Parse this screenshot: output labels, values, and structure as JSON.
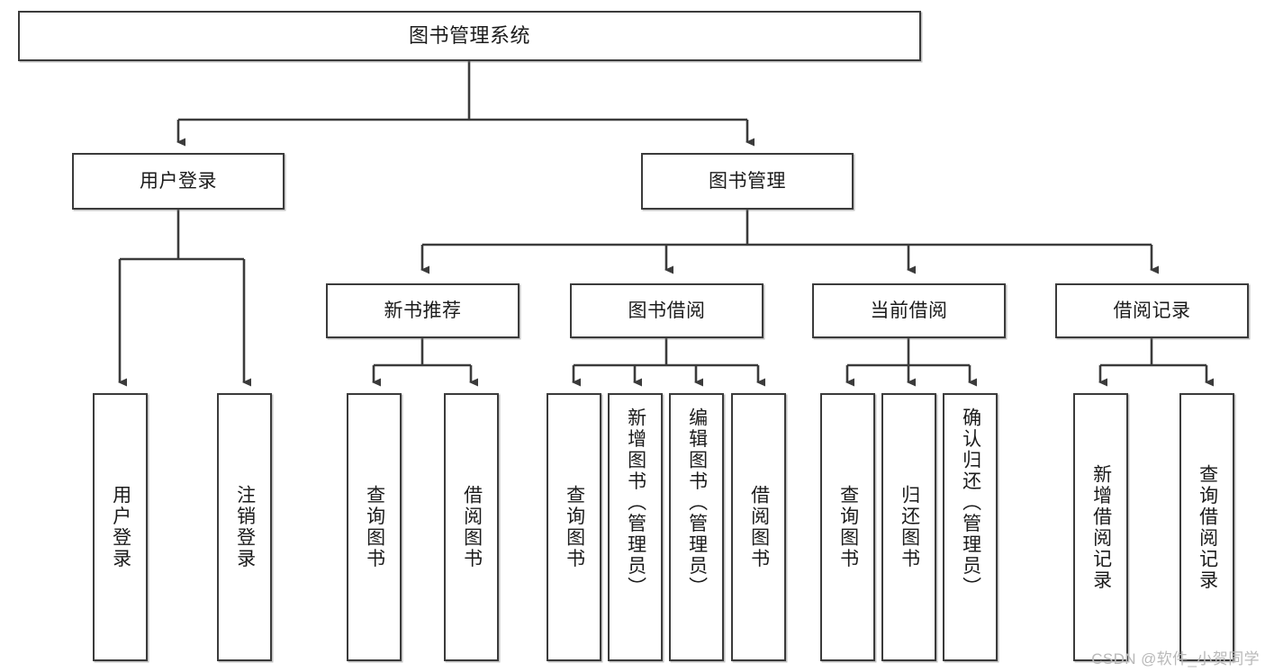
{
  "diagram": {
    "title": "图书管理系统",
    "watermark": "CSDN @软件_小贺同学",
    "level2": [
      {
        "label": "用户登录"
      },
      {
        "label": "图书管理"
      }
    ],
    "level3": [
      {
        "label": "新书推荐"
      },
      {
        "label": "图书借阅"
      },
      {
        "label": "当前借阅"
      },
      {
        "label": "借阅记录"
      }
    ],
    "leaves": {
      "user_login": [
        {
          "label": "用户登录"
        },
        {
          "label": "注销登录"
        }
      ],
      "new_book": [
        {
          "label": "查询图书"
        },
        {
          "label": "借阅图书"
        }
      ],
      "book_borrow": [
        {
          "label": "查询图书"
        },
        {
          "label": "新增图书（管理员）"
        },
        {
          "label": "编辑图书（管理员）"
        },
        {
          "label": "借阅图书"
        }
      ],
      "current_borrow": [
        {
          "label": "查询图书"
        },
        {
          "label": "归还图书"
        },
        {
          "label": "确认归还（管理员）"
        }
      ],
      "borrow_record": [
        {
          "label": "新增借阅记录"
        },
        {
          "label": "查询借阅记录"
        }
      ]
    }
  },
  "style": {
    "stroke": "#3b3b3b",
    "background": "#ffffff",
    "text": "#1b1b1b",
    "watermark_color": "#b9b9b9"
  }
}
